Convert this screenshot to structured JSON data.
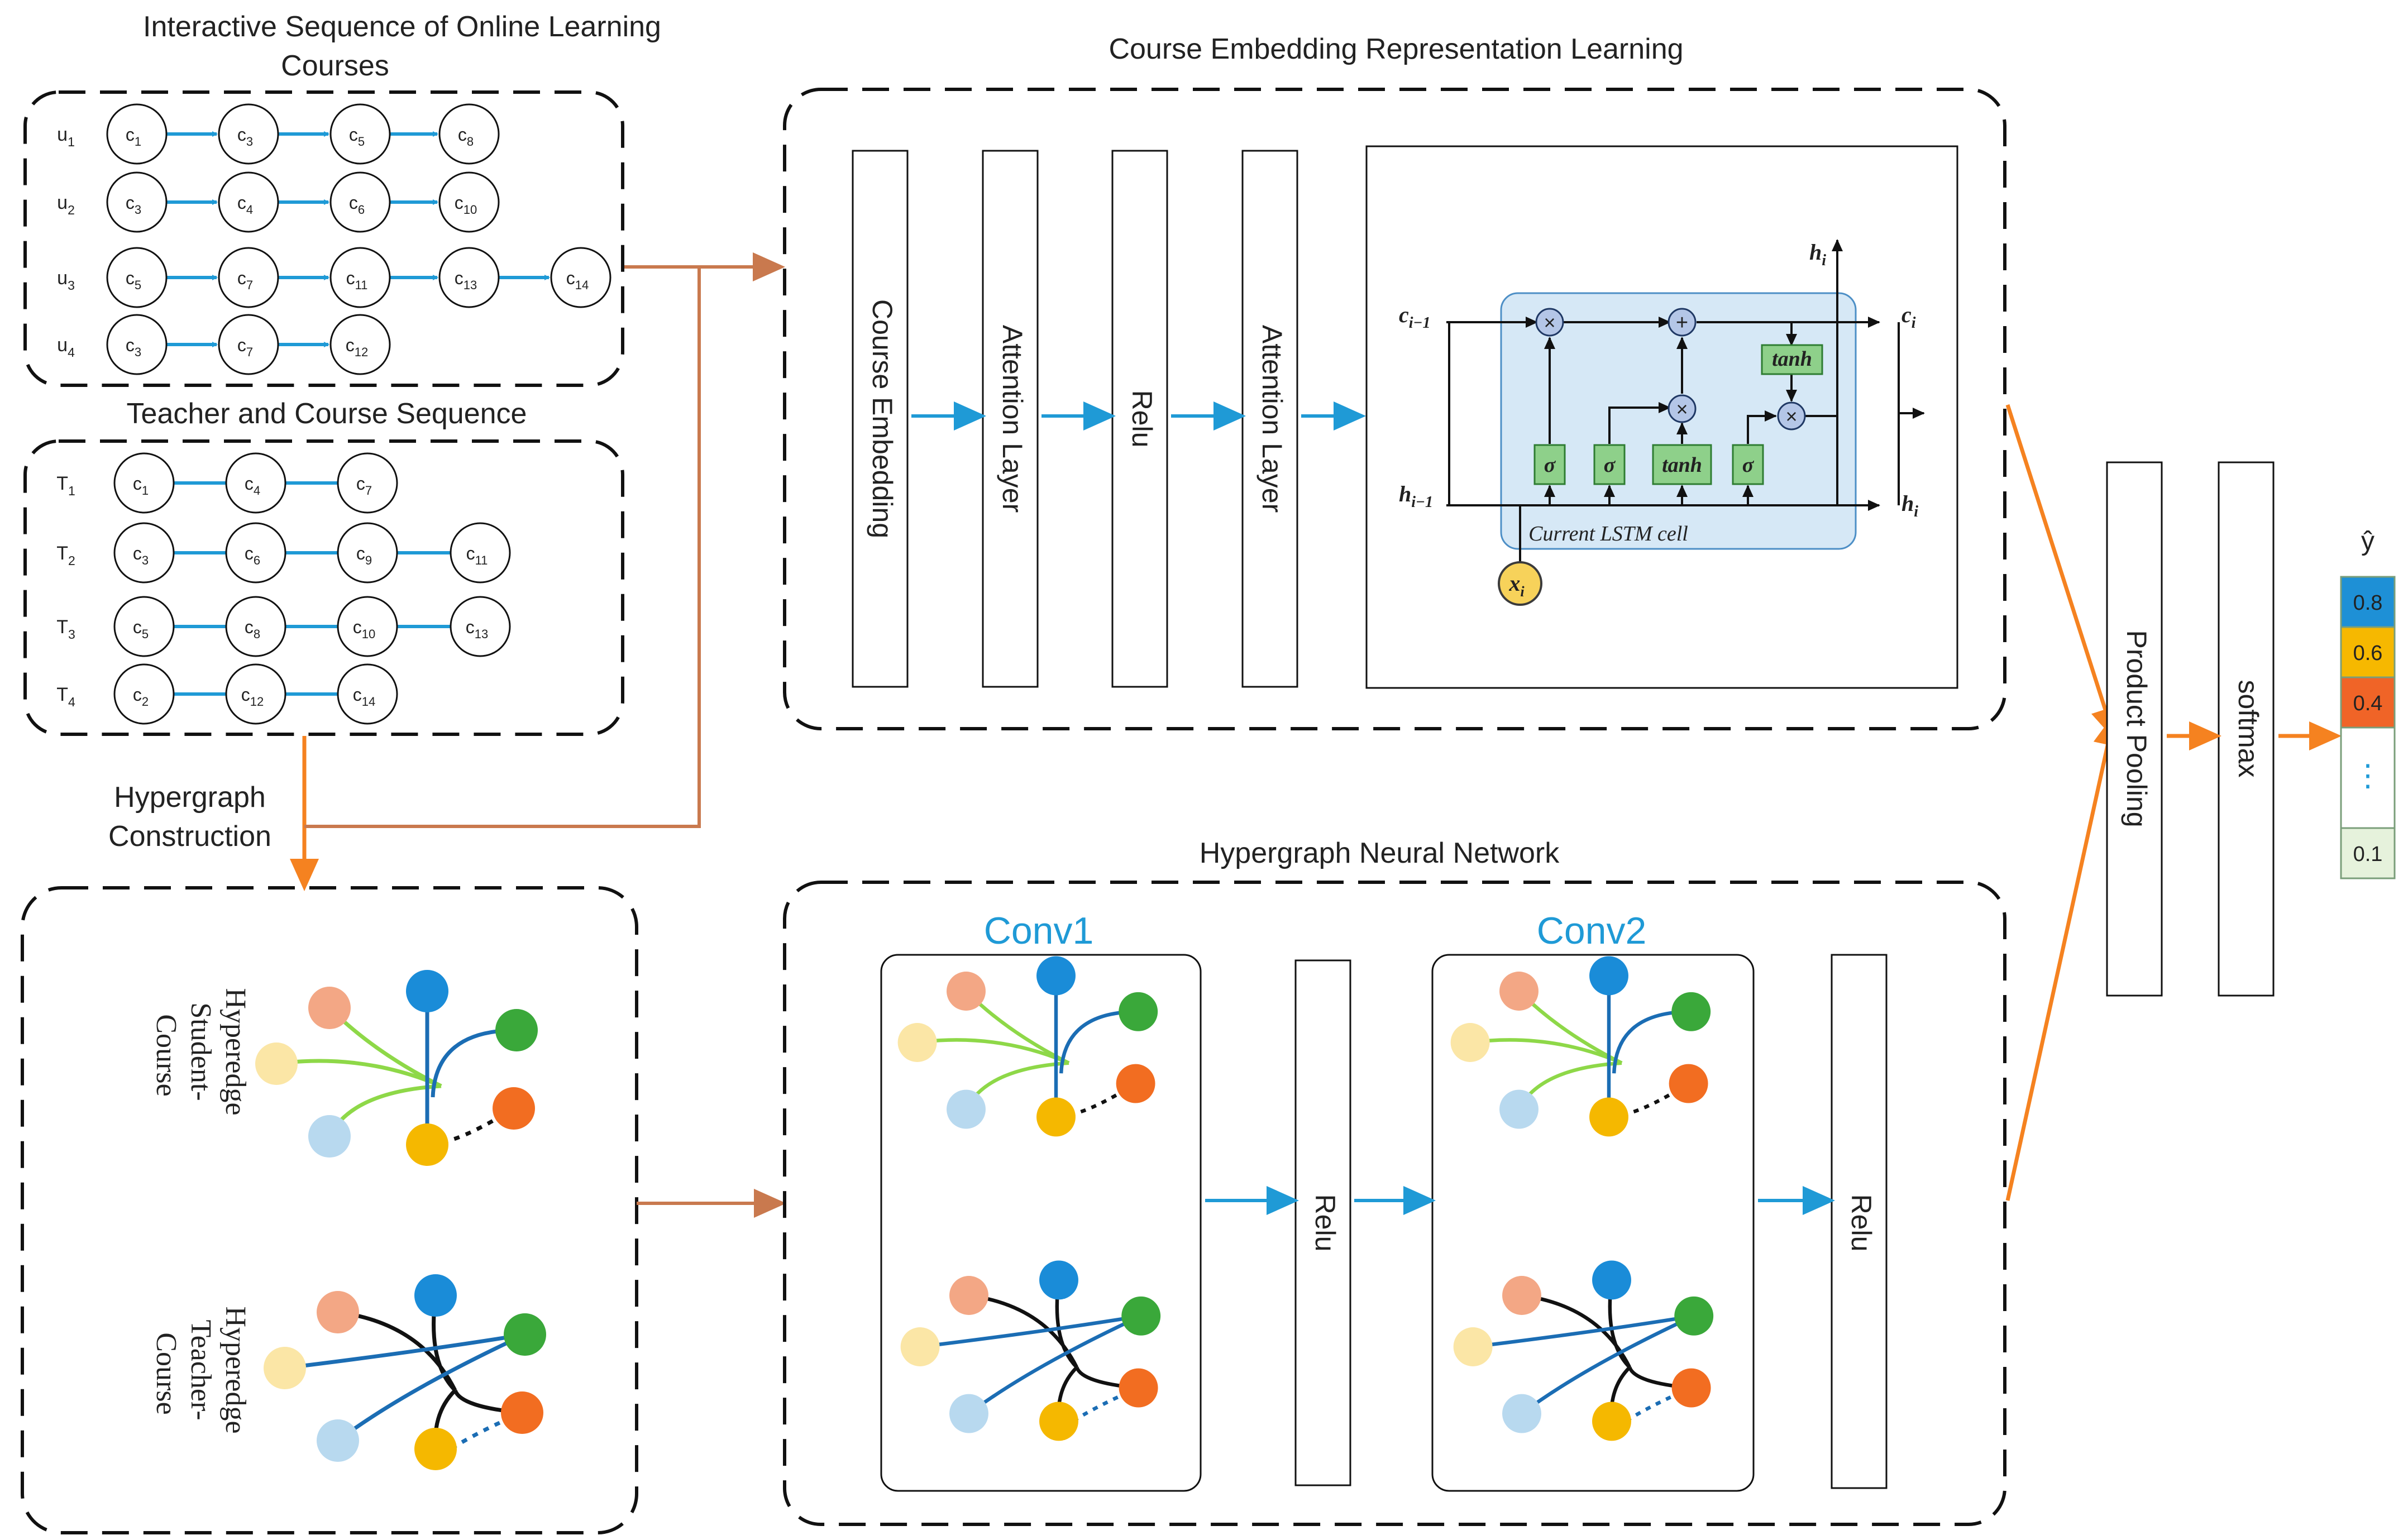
{
  "colors": {
    "blue_arrow": "#1f9ad6",
    "orange_arrow": "#f58220",
    "brown_arrow": "#c9794e",
    "lstm_bg": "#d6e8f6",
    "gate_green": "#8ed08a",
    "xi_yellow": "#f7d25a",
    "green_edge": "#8ed848",
    "black_edge": "#111111",
    "blue_edge": "#1b6db4",
    "node_orange": "#f3a785",
    "node_yellow_light": "#fbe6a6",
    "node_light_blue": "#b8d9ef",
    "node_blue": "#1a8cd8",
    "node_green": "#3aa83a",
    "node_red_orange": "#f26d21",
    "node_gold": "#f5b800",
    "out_blue": "#1e90d6",
    "out_gold": "#f6b800",
    "out_red": "#f06427",
    "out_light_green": "#e6f2dc"
  },
  "sections": {
    "interactive_sequence_title_line1": "Interactive Sequence of Online Learning",
    "interactive_sequence_title_line2": "Courses",
    "teacher_course_title": "Teacher and Course Sequence",
    "hypergraph_construction_line1": "Hypergraph",
    "hypergraph_construction_line2": "Construction",
    "course_embedding_title": "Course Embedding Representation Learning",
    "hgnn_title": "Hypergraph Neural Network"
  },
  "student_sequences": [
    {
      "user": "u",
      "user_sub": "1",
      "courses": [
        [
          "c",
          "1"
        ],
        [
          "c",
          "3"
        ],
        [
          "c",
          "5"
        ],
        [
          "c",
          "8"
        ]
      ]
    },
    {
      "user": "u",
      "user_sub": "2",
      "courses": [
        [
          "c",
          "3"
        ],
        [
          "c",
          "4"
        ],
        [
          "c",
          "6"
        ],
        [
          "c",
          "10"
        ]
      ]
    },
    {
      "user": "u",
      "user_sub": "3",
      "courses": [
        [
          "c",
          "5"
        ],
        [
          "c",
          "7"
        ],
        [
          "c",
          "11"
        ],
        [
          "c",
          "13"
        ],
        [
          "c",
          "14"
        ]
      ]
    },
    {
      "user": "u",
      "user_sub": "4",
      "courses": [
        [
          "c",
          "3"
        ],
        [
          "c",
          "7"
        ],
        [
          "c",
          "12"
        ]
      ]
    }
  ],
  "teacher_sequences": [
    {
      "user": "T",
      "user_sub": "1",
      "courses": [
        [
          "c",
          "1"
        ],
        [
          "c",
          "4"
        ],
        [
          "c",
          "7"
        ]
      ]
    },
    {
      "user": "T",
      "user_sub": "2",
      "courses": [
        [
          "c",
          "3"
        ],
        [
          "c",
          "6"
        ],
        [
          "c",
          "9"
        ],
        [
          "c",
          "11"
        ]
      ]
    },
    {
      "user": "T",
      "user_sub": "3",
      "courses": [
        [
          "c",
          "5"
        ],
        [
          "c",
          "8"
        ],
        [
          "c",
          "10"
        ],
        [
          "c",
          "13"
        ]
      ]
    },
    {
      "user": "T",
      "user_sub": "4",
      "courses": [
        [
          "c",
          "2"
        ],
        [
          "c",
          "12"
        ],
        [
          "c",
          "14"
        ]
      ]
    }
  ],
  "embedding_layers": [
    "Course Embedding",
    "Attention Layer",
    "Relu",
    "Attention Layer"
  ],
  "lstm": {
    "c_prev": "c",
    "c_prev_sub": "i−1",
    "h_prev": "h",
    "h_prev_sub": "i−1",
    "c_out": "c",
    "c_out_sub": "i",
    "h_out": "h",
    "h_out_sub": "i",
    "h_top": "h",
    "h_top_sub": "i",
    "x_in": "x",
    "x_in_sub": "i",
    "sigma": "σ",
    "tanh": "tanh",
    "times": "×",
    "plus": "+",
    "cell_label": "Current LSTM cell"
  },
  "hyperedges": {
    "student_course_lines": [
      "Hyperedge",
      "Student-",
      "Course"
    ],
    "teacher_course_lines": [
      "Hyperedge",
      "Teacher-",
      "Course"
    ]
  },
  "hgnn": {
    "conv1": "Conv1",
    "conv2": "Conv2",
    "relu1": "Relu",
    "relu2": "Relu"
  },
  "right": {
    "product_pooling": "Product Pooling",
    "softmax": "softmax",
    "y_hat": "ŷ",
    "output_values": [
      "0.8",
      "0.6",
      "0.4",
      "⋮",
      "0.1"
    ]
  }
}
